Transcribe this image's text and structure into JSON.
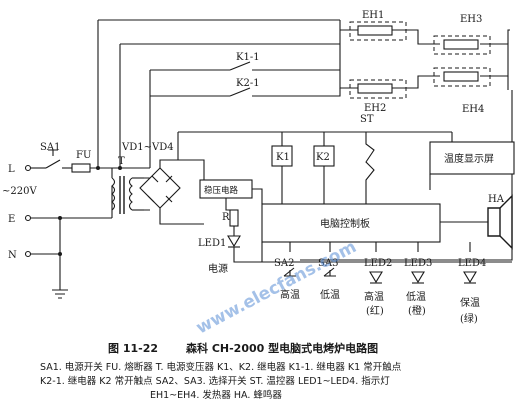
{
  "labels": {
    "EH1": "EH1",
    "EH2": "EH2",
    "EH3": "EH3",
    "EH4": "EH4",
    "K1_1": "K1-1",
    "K2_1": "K2-1",
    "SA1": "SA1",
    "FU": "FU",
    "T": "T",
    "VD": "VD1~VD4",
    "ST": "ST",
    "K1": "K1",
    "K2": "K2",
    "temp_display": "温度显示屏",
    "control_board": "电脑控制板",
    "regulator": "稳压电路",
    "HA": "HA",
    "R": "R",
    "LED1": "LED1",
    "power": "电源",
    "L": "L",
    "voltage": "~220V",
    "E": "E",
    "N": "N",
    "SA2": "SA2",
    "SA3": "SA3",
    "LED2": "LED2",
    "LED3": "LED3",
    "LED4": "LED4",
    "high_temp": "高温",
    "low_temp": "低温",
    "high_temp_led": "高温",
    "red": "(红)",
    "low_temp_led": "低温",
    "orange": "(橙)",
    "keep_warm": "保温",
    "green": "(绿)"
  },
  "caption": {
    "figure_no": "图 11-22",
    "title": "森科 CH-2000 型电脑式电烤炉电路图"
  },
  "legend": [
    "SA1. 电源开关   FU. 熔断器   T. 电源变压器   K1、K2. 继电器   K1-1. 继电器 K1 常开触点",
    "K2-1. 继电器 K2 常开触点   SA2、SA3. 选择开关   ST. 温控器   LED1~LED4. 指示灯",
    "EH1~EH4. 发热器   HA. 蜂鸣器"
  ],
  "watermark": "www.elecfans.com"
}
